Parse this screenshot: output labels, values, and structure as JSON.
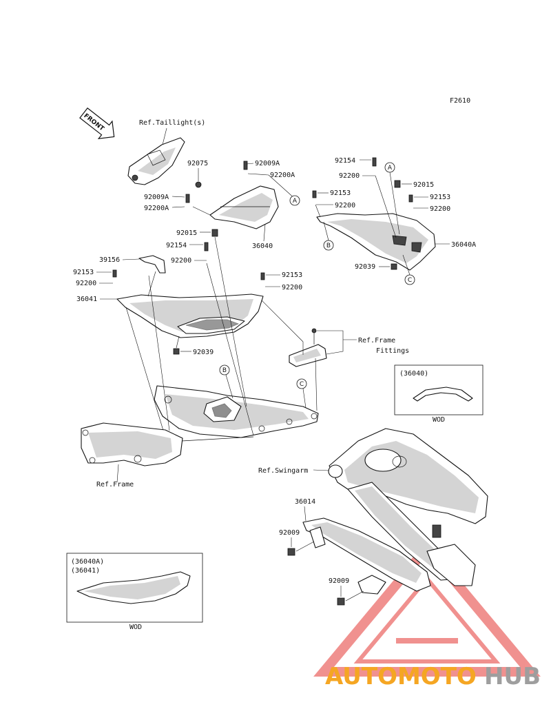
{
  "diagram_code": "F2610",
  "front_label": "FRONT",
  "refs": {
    "taillight": "Ref.Taillight(s)",
    "frame_fittings_1": "Ref.Frame",
    "frame_fittings_2": "Fittings",
    "swingarm": "Ref.Swingarm",
    "frame": "Ref.Frame"
  },
  "callouts": {
    "a": "A",
    "b": "B",
    "c": "C"
  },
  "part_numbers": {
    "p92075": "92075",
    "p92009a_top": "92009A",
    "p92200a_top": "92200A",
    "p92009a_left": "92009A",
    "p92200a_left": "92200A",
    "p36040": "36040",
    "p92015_mid": "92015",
    "p92154_mid": "92154",
    "p92200_mid": "92200",
    "p39156": "39156",
    "p92153_left": "92153",
    "p92200_left": "92200",
    "p36041": "36041",
    "p92039_left": "92039",
    "p92153_center": "92153",
    "p92200_center": "92200",
    "p92154_right": "92154",
    "p92200_right_top": "92200",
    "p92015_right": "92015",
    "p92153_right_a": "92153",
    "p92200_right_a": "92200",
    "p92153_right_b": "92153",
    "p92200_right_b": "92200",
    "p36040a": "36040A",
    "p92039_right": "92039",
    "p36014": "36014",
    "p92009_a": "92009",
    "p92009_b": "92009"
  },
  "inset_wod_right": {
    "title": "(36040)",
    "footer": "WOD"
  },
  "inset_wod_left": {
    "title_line1": "(36040A)",
    "title_line2": "(36041)",
    "footer": "WOD"
  },
  "watermark": {
    "part1": "AUTOMOTO",
    "part2": "HUB",
    "color_primary": "#f5a623",
    "color_secondary": "#9e9e9e",
    "logo_color": "#e53935"
  }
}
